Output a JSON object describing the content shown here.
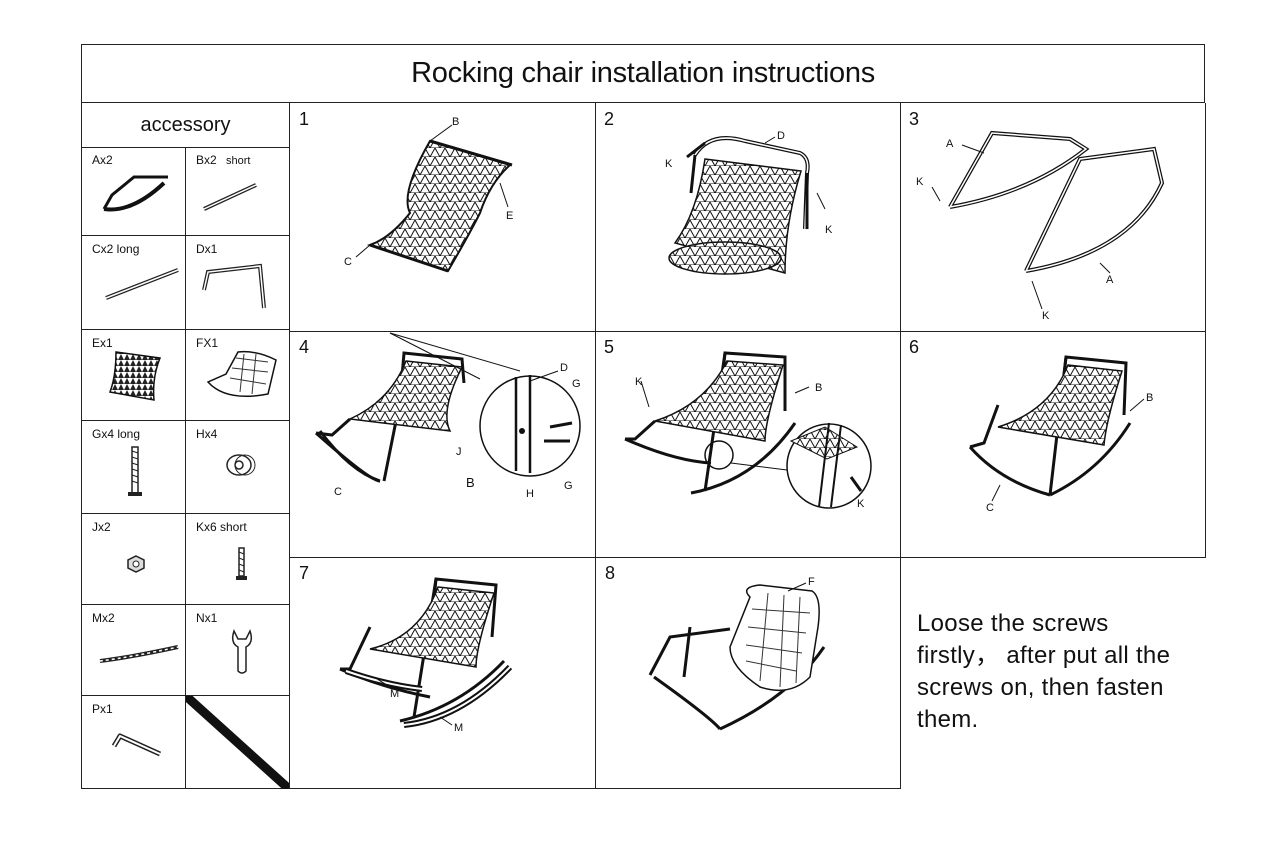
{
  "title": "Rocking chair installation  instructions",
  "accessory": {
    "heading": "accessory",
    "parts": [
      {
        "code": "Ax2",
        "extra": ""
      },
      {
        "code": "Bx2",
        "extra": "short"
      },
      {
        "code": "Cx2 long",
        "extra": ""
      },
      {
        "code": "Dx1",
        "extra": ""
      },
      {
        "code": "Ex1",
        "extra": ""
      },
      {
        "code": "FX1",
        "extra": ""
      },
      {
        "code": "Gx4 long",
        "extra": ""
      },
      {
        "code": "Hx4",
        "extra": ""
      },
      {
        "code": "Jx2",
        "extra": ""
      },
      {
        "code": "Kx6 short",
        "extra": ""
      },
      {
        "code": "Mx2",
        "extra": ""
      },
      {
        "code": "Nx1",
        "extra": ""
      },
      {
        "code": "Px1",
        "extra": ""
      }
    ]
  },
  "steps": [
    {
      "number": "1",
      "labels": [
        "B",
        "E",
        "C"
      ]
    },
    {
      "number": "2",
      "labels": [
        "D",
        "K",
        "K"
      ]
    },
    {
      "number": "3",
      "labels": [
        "A",
        "K",
        "A",
        "K"
      ]
    },
    {
      "number": "4",
      "labels": [
        "D",
        "G",
        "J",
        "B",
        "H",
        "G",
        "C"
      ]
    },
    {
      "number": "5",
      "labels": [
        "K",
        "B",
        "K"
      ]
    },
    {
      "number": "6",
      "labels": [
        "B",
        "C"
      ]
    },
    {
      "number": "7",
      "labels": [
        "M",
        "M"
      ]
    },
    {
      "number": "8",
      "labels": [
        "F"
      ]
    }
  ],
  "note": {
    "lines": [
      "Loose the screws",
      "firstly， after put all the",
      "screws on, then fasten",
      "them."
    ]
  }
}
